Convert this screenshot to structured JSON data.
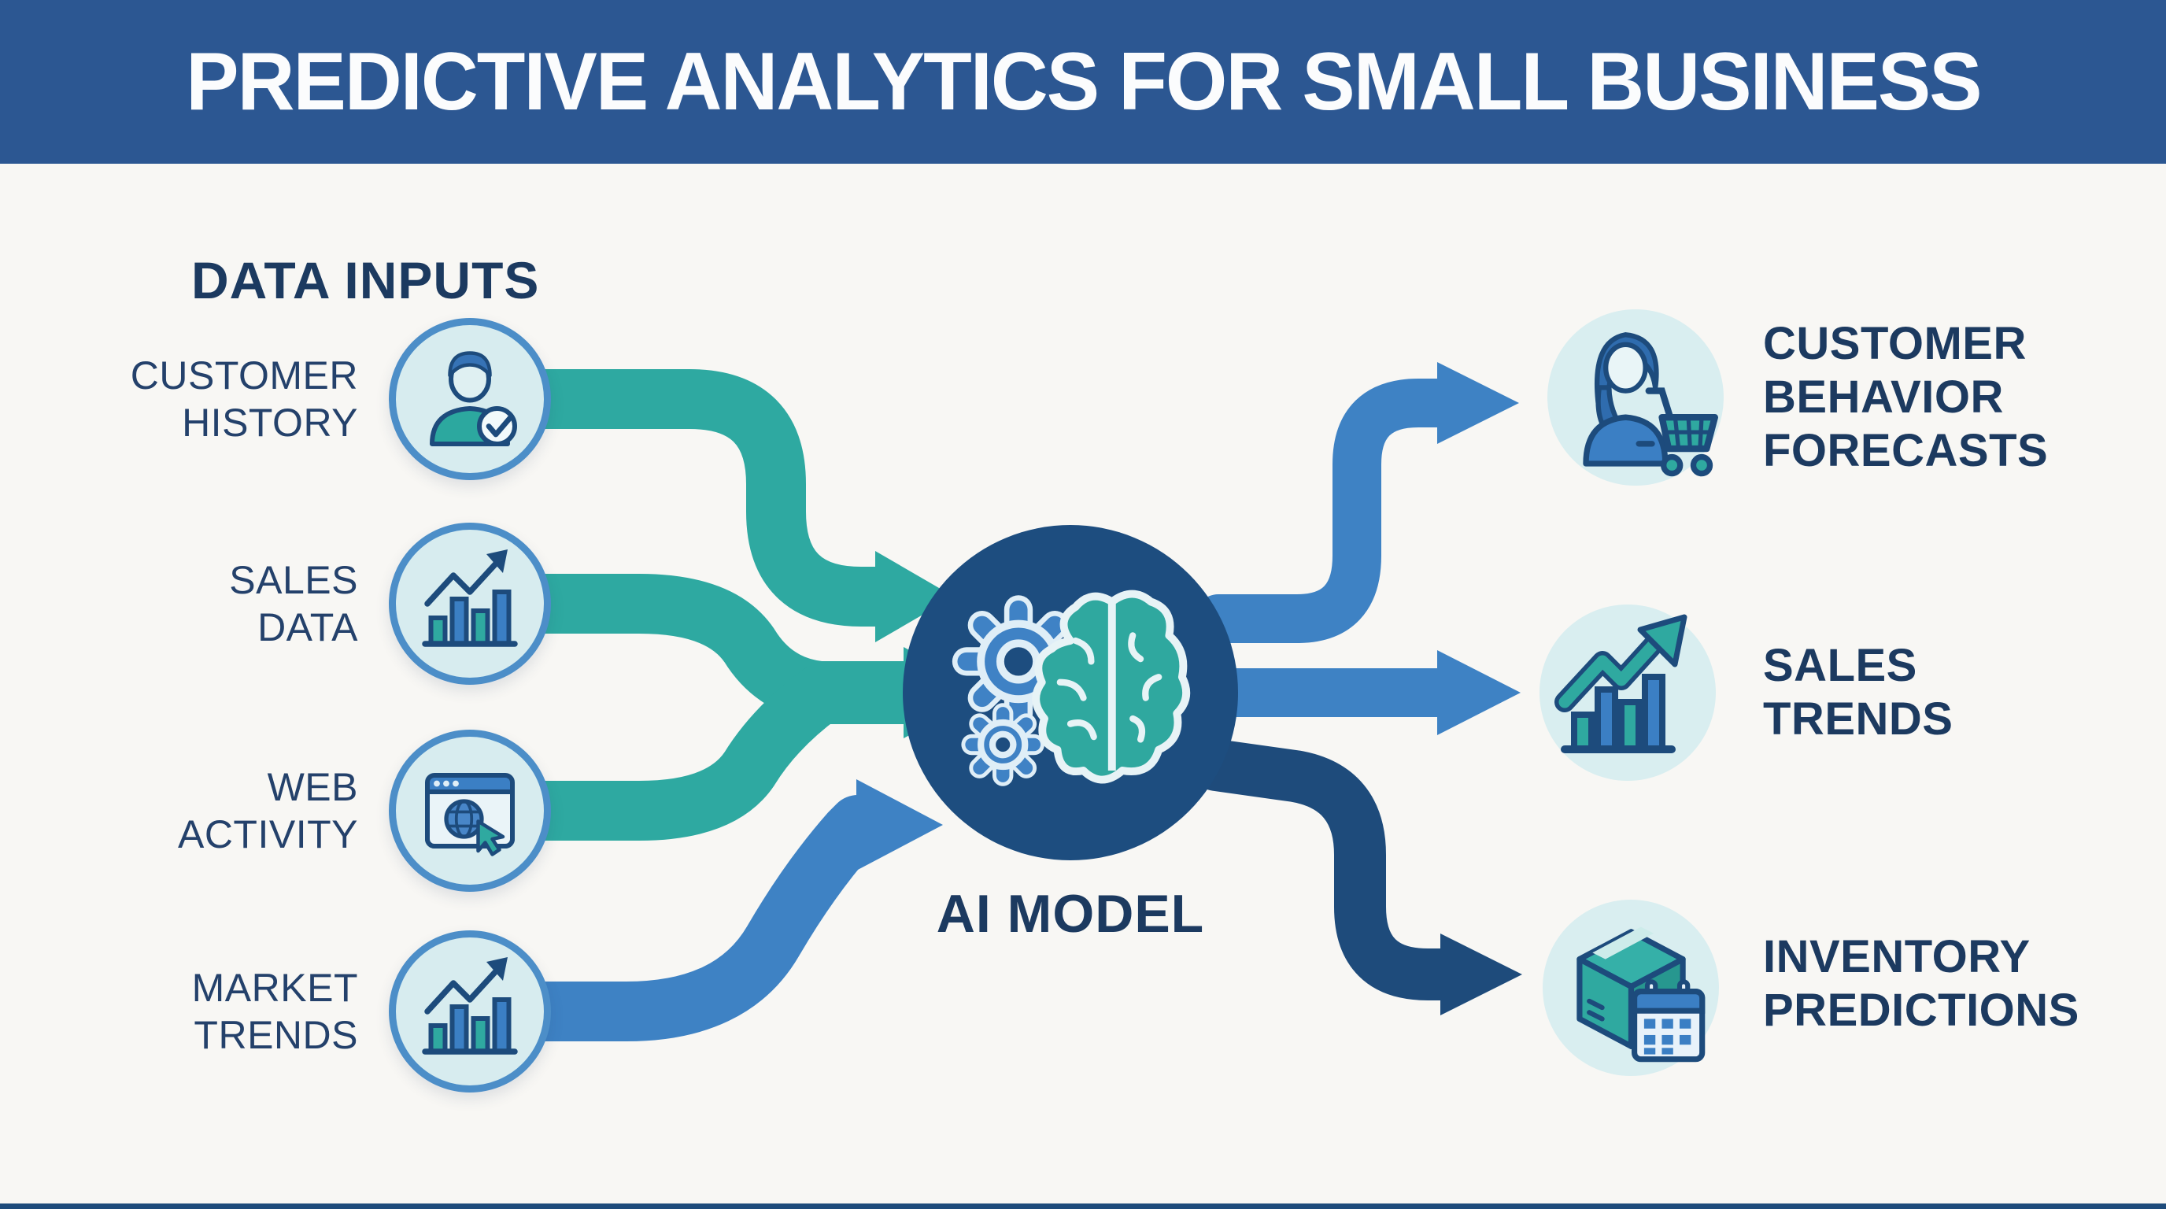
{
  "header": {
    "title": "PREDICTIVE ANALYTICS FOR SMALL BUSINESS"
  },
  "inputs": {
    "heading": "DATA INPUTS",
    "items": [
      {
        "label": "CUSTOMER\nHISTORY",
        "icon": "person-check-icon"
      },
      {
        "label": "SALES\nDATA",
        "icon": "bar-chart-growth-icon"
      },
      {
        "label": "WEB\nACTIVITY",
        "icon": "browser-globe-cursor-icon"
      },
      {
        "label": "MARKET\nTRENDS",
        "icon": "bar-chart-growth-icon"
      }
    ]
  },
  "center": {
    "label": "AI MODEL",
    "icon": "gears-brain-icon"
  },
  "outputs": {
    "items": [
      {
        "label": "CUSTOMER\nBEHAVIOR\nFORECASTS",
        "icon": "shopper-cart-icon"
      },
      {
        "label": "SALES\nTRENDS",
        "icon": "trend-arrow-chart-icon"
      },
      {
        "label": "INVENTORY\nPREDICTIONS",
        "icon": "box-calendar-icon"
      }
    ]
  },
  "colors": {
    "header_bg": "#2c5792",
    "navy_text": "#1c3a60",
    "label_text": "#24416b",
    "teal": "#2ea9a1",
    "blue": "#3e82c4",
    "dark_arrow": "#1e4b7b",
    "ai_circle": "#1d4d7f",
    "input_circle_fill": "#d7ecef",
    "input_circle_border": "#4c8ec8",
    "output_circle_fill": "#d9eef0",
    "page_bg": "#f8f7f4"
  }
}
